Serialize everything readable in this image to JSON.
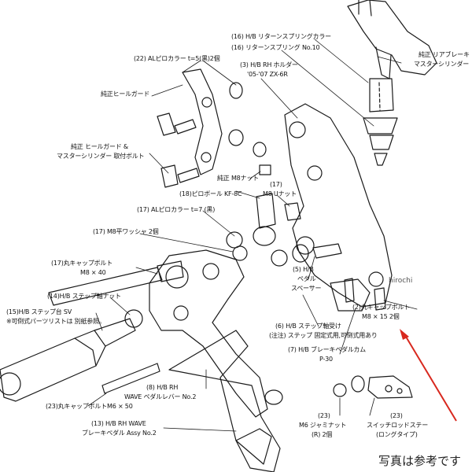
{
  "colors": {
    "arrow": "#d8281e",
    "line": "#1a1a1a",
    "text": "#111111"
  },
  "labels": {
    "l16a": "(16) H/B リターンスプリングカラー",
    "l16b": "(16) リターンスプリング No.10",
    "l22": "(22) ALピロカラー t=5(黒)2個",
    "l3a": "(3) H/B RH ホルダー",
    "l3b": "'05-'07 ZX-6R",
    "r1a": "純正 リアブレーキ",
    "r1b": "マスターシリンダー",
    "heelguard": "純正ヒールガード",
    "hg2a": "純正 ヒールガード &",
    "hg2b": "マスターシリンダー 取付ボルト",
    "m8nut": "純正 M8ナット",
    "l18": "(18)ピロボール KF-8C",
    "l17a": "(17)",
    "l17b": "M8 Uナット",
    "l17c": "(17) ALピロカラー t=7 (黒)",
    "l17d": "(17) M8平ワッシャ 2個",
    "l17e": "(17)丸キャップボルト",
    "l17f": "M8 × 40",
    "l14": "(14)H/B ステップ軸ナット",
    "l15a": "(15)H/B ステップ台 SV",
    "l15b": "※可倒式パーツリストは 別紙参照。",
    "l5a": "(5) H/B",
    "l5b": "ペダル",
    "l5c": "スペーサー",
    "l2a": "(2)丸キャップボルト",
    "l2b": "M8 × 15 2個",
    "l6a": "(6) H/B ステップ軸受け",
    "l6b": "(注注) ステップ 固定式用,可倒式用あり",
    "l7a": "(7) H/B ブレーキペダルカム",
    "l7b": "P-30",
    "l8a": "(8) H/B RH",
    "l8b": "WAVE ペダルレバー No.2",
    "l23a": "(23)丸キャップボルトM6 × 50",
    "l13a": "(13) H/B RH WAVE",
    "l13b": "ブレーキペダル Assy No.2",
    "l23b": "(23)",
    "l23c": "M6 ジャミナット",
    "l23d": "(R) 2個",
    "l23e": "(23)",
    "l23f": "スイッチロッドステー",
    "l23g": "(ロングタイプ)"
  },
  "watermark": "hirochi",
  "footer": "写真は参考です"
}
